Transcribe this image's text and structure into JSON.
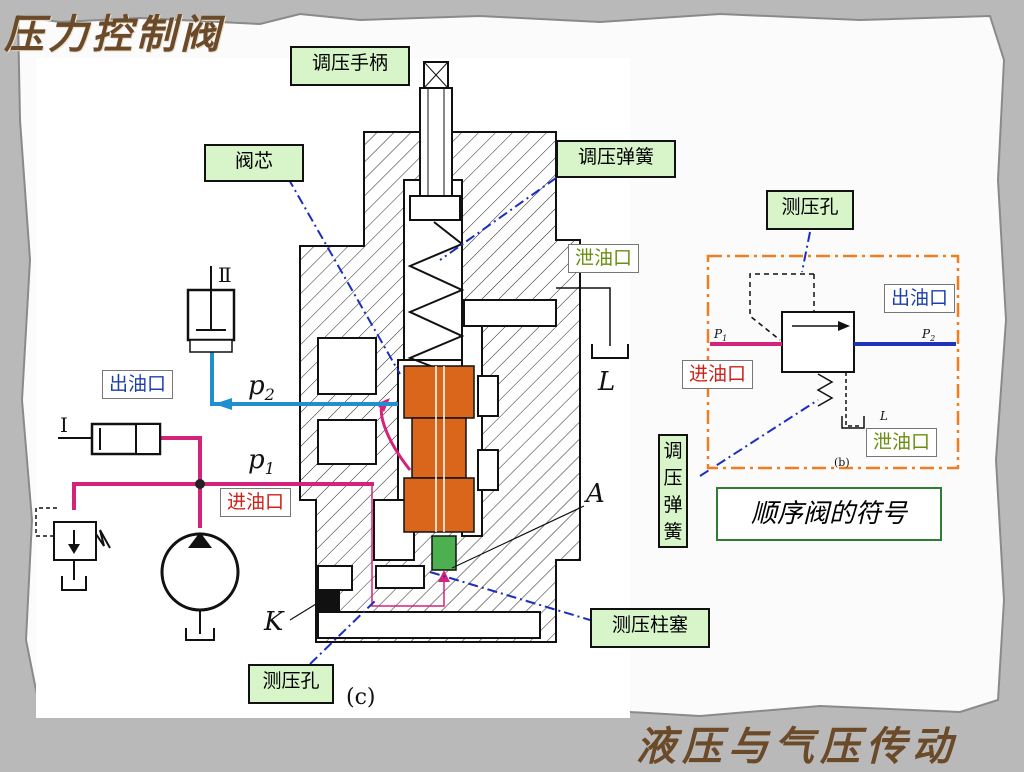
{
  "slide": {
    "title": "压力控制阀",
    "footer": "液压与气压传动"
  },
  "labels": {
    "handle": "调压手柄",
    "spool": "阀芯",
    "spring": "调压弹簧",
    "drain_main": "泄油口",
    "outlet_main": "出油口",
    "inlet_main": "进油口",
    "piston": "测压柱塞",
    "port_hole_main": "测压孔",
    "port_hole_sym": "测压孔",
    "outlet_sym": "出油口",
    "inlet_sym": "进油口",
    "drain_sym": "泄油口",
    "spring_sym": "调压弹簧",
    "symbol_caption": "顺序阀的符号"
  },
  "diagram_text": {
    "cyl_upper": "Ⅱ",
    "cyl_lower": "I",
    "p2": "p",
    "p2_sub": "2",
    "p1": "p",
    "p1_sub": "1",
    "L": "L",
    "A": "A",
    "K": "K",
    "c": "(c)",
    "b": "(b)",
    "sym_p1": "P",
    "sym_p1_sub": "1",
    "sym_p2": "P",
    "sym_p2_sub": "2",
    "sym_L": "L"
  },
  "colors": {
    "inlet_line": "#d4237a",
    "outlet_line": "#1f8fd0",
    "spool": "#d9661a",
    "piston": "#4caf50",
    "label_bg": "#d7f5c8",
    "leader": "#1a2fbf",
    "symbol_frame": "#f07d1e",
    "sym_outlet_line": "#2233bb"
  }
}
